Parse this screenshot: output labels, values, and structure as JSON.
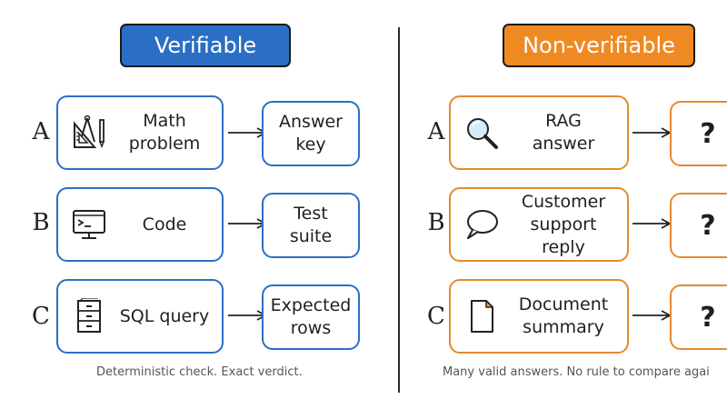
{
  "left_panel": {
    "title": "Verifiable",
    "caption": "Deterministic check. Exact verdict.",
    "rows": [
      {
        "letter": "A",
        "icon": "ruler-compass-icon",
        "source": "Math\nproblem",
        "target": "Answer\nkey"
      },
      {
        "letter": "B",
        "icon": "computer-terminal-icon",
        "source": "Code",
        "target": "Test\nsuite"
      },
      {
        "letter": "C",
        "icon": "file-cabinet-icon",
        "source": "SQL query",
        "target": "Expected\nrows"
      }
    ]
  },
  "right_panel": {
    "title": "Non-verifiable",
    "caption": "Many valid answers. No rule to compare agai",
    "rows": [
      {
        "letter": "A",
        "icon": "magnifying-glass-icon",
        "source": "RAG\nanswer",
        "target": "?"
      },
      {
        "letter": "B",
        "icon": "speech-bubble-icon",
        "source": "Customer\nsupport reply",
        "target": "?"
      },
      {
        "letter": "C",
        "icon": "document-icon",
        "source": "Document\nsummary",
        "target": "?"
      }
    ]
  },
  "colors": {
    "verifiable_accent": "#2a6fc4",
    "nonverifiable_accent": "#e48a2c",
    "nonverifiable_header": "#ef8a22"
  }
}
